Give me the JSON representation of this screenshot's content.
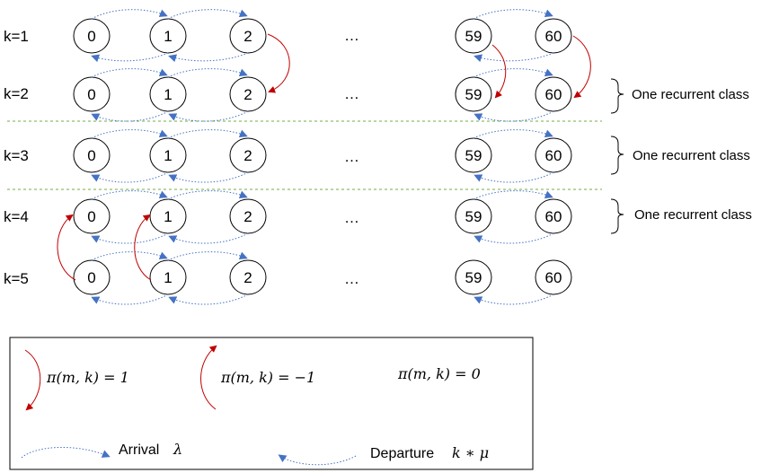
{
  "rows": [
    {
      "label": "k=1",
      "states": [
        "0",
        "1",
        "2",
        "59",
        "60"
      ],
      "ellipsis": "…"
    },
    {
      "label": "k=2",
      "states": [
        "0",
        "1",
        "2",
        "59",
        "60"
      ],
      "ellipsis": "…"
    },
    {
      "label": "k=3",
      "states": [
        "0",
        "1",
        "2",
        "59",
        "60"
      ],
      "ellipsis": "…"
    },
    {
      "label": "k=4",
      "states": [
        "0",
        "1",
        "2",
        "59",
        "60"
      ],
      "ellipsis": "…"
    },
    {
      "label": "k=5",
      "states": [
        "0",
        "1",
        "2",
        "59",
        "60"
      ],
      "ellipsis": "…"
    }
  ],
  "classes": [
    {
      "label": "One recurrent class",
      "row": 2
    },
    {
      "label": "One recurrent class",
      "row": 3
    },
    {
      "label": "One recurrent class",
      "row": 4
    }
  ],
  "legend": {
    "pi_one": "π(m, k) = 1",
    "pi_minus_one": "π(m, k) = −1",
    "pi_zero": "π(m, k) = 0",
    "arrival_label": "Arrival",
    "arrival_symbol": "λ",
    "departure_label": "Departure",
    "departure_symbol": "k ∗ μ"
  },
  "colors": {
    "red_arrow": "#c00000",
    "blue_arrow": "#4472c4",
    "divider": "#70ad47"
  }
}
